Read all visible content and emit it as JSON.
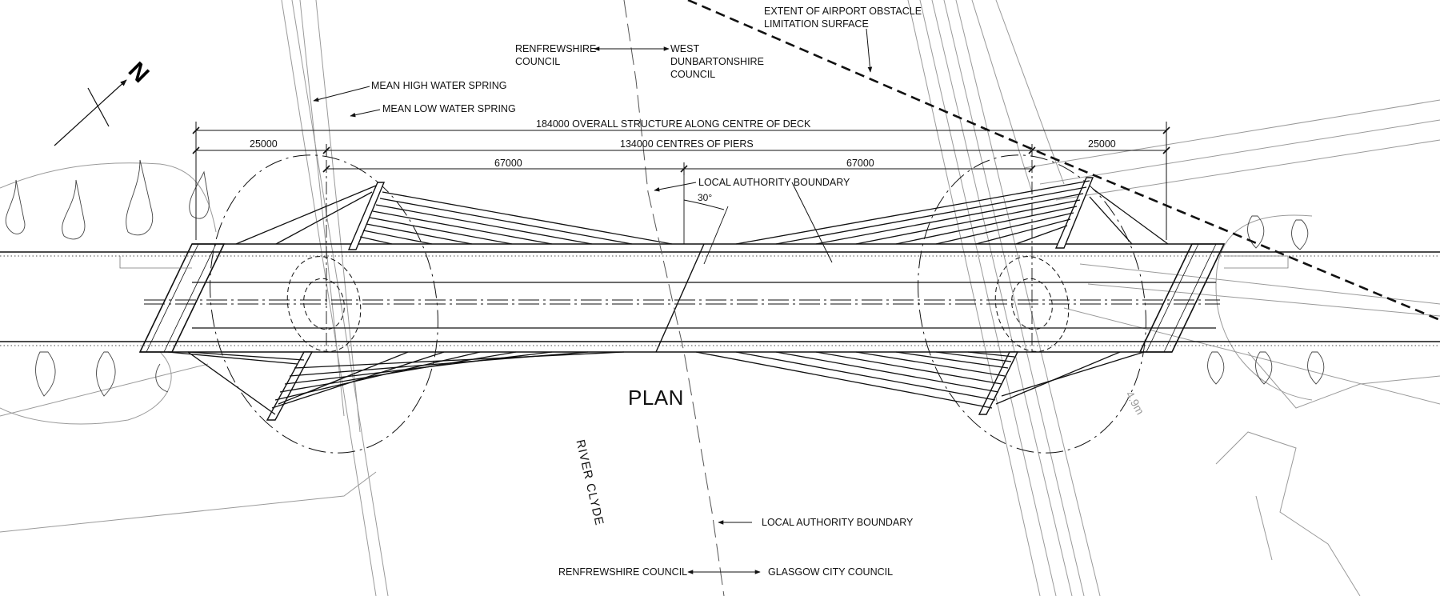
{
  "title": "PLAN",
  "north_label": "N",
  "river_label": "RIVER CLYDE",
  "annotations": {
    "airport_surface_line1": "EXTENT OF AIRPORT OBSTACLE",
    "airport_surface_line2": "LIMITATION SURFACE",
    "mean_high_water": "MEAN HIGH WATER SPRING",
    "mean_low_water": "MEAN LOW WATER SPRING",
    "local_authority_boundary_top": "LOCAL AUTHORITY BOUNDARY",
    "local_authority_boundary_bottom": "LOCAL AUTHORITY BOUNDARY",
    "angle": "30°",
    "faint_level": "4.9m"
  },
  "councils": {
    "top_left_line1": "RENFREWSHIRE",
    "top_left_line2": "COUNCIL",
    "top_right_line1": "WEST",
    "top_right_line2": "DUNBARTONSHIRE",
    "top_right_line3": "COUNCIL",
    "bottom_left": "RENFREWSHIRE  COUNCIL",
    "bottom_right": "GLASGOW CITY COUNCIL"
  },
  "dimensions": {
    "overall": "184000 OVERALL STRUCTURE ALONG CENTRE OF DECK",
    "piers": "134000 CENTRES OF PIERS",
    "left_end": "25000",
    "right_end": "25000",
    "span_left": "67000",
    "span_right": "67000"
  },
  "colors": {
    "line": "#111111",
    "faint": "#9a9a9a"
  }
}
